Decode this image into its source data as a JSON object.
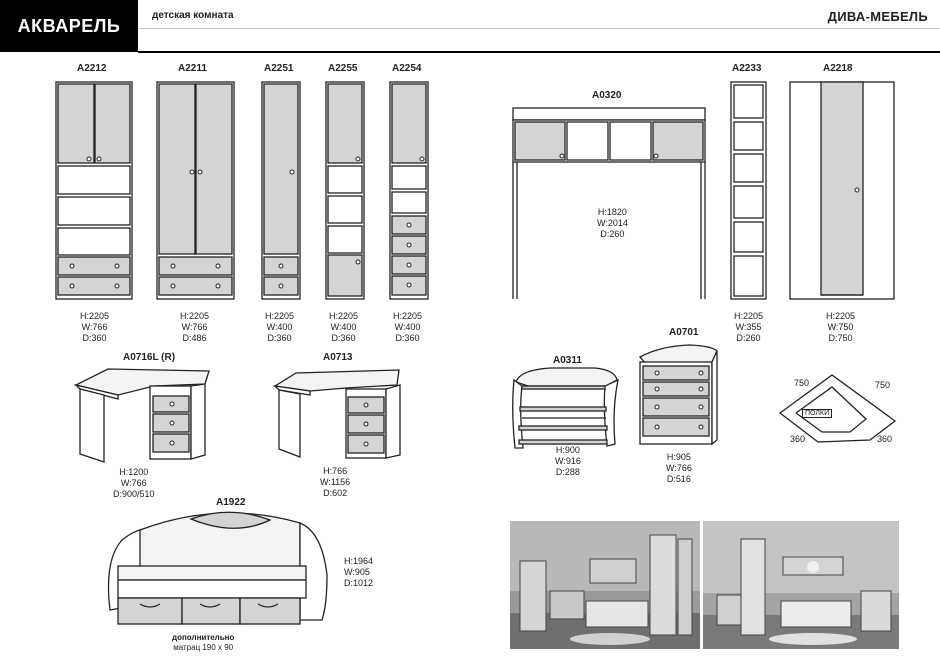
{
  "header": {
    "brand": "АКВАРЕЛЬ",
    "subtitle": "детская комната",
    "company": "ДИВА-МЕБЕЛЬ"
  },
  "items": {
    "a2212": {
      "code": "A2212",
      "h": "H:2205",
      "w": "W:766",
      "d": "D:360"
    },
    "a2211": {
      "code": "A2211",
      "h": "H:2205",
      "w": "W:766",
      "d": "D:486"
    },
    "a2251": {
      "code": "A2251",
      "h": "H:2205",
      "w": "W:400",
      "d": "D:360"
    },
    "a2255": {
      "code": "A2255",
      "h": "H:2205",
      "w": "W:400",
      "d": "D:360"
    },
    "a2254": {
      "code": "A2254",
      "h": "H:2205",
      "w": "W:400",
      "d": "D:360"
    },
    "a0320": {
      "code": "A0320",
      "h": "H:1820",
      "w": "W:2014",
      "d": "D:260"
    },
    "a2233": {
      "code": "A2233",
      "h": "H:2205",
      "w": "W:355",
      "d": "D:260"
    },
    "a2218": {
      "code": "A2218",
      "h": "H:2205",
      "w": "W:750",
      "d": "D:750"
    },
    "a0716l": {
      "code": "A0716L (R)",
      "h": "H:1200",
      "w": "W:766",
      "d": "D:900/510"
    },
    "a0713": {
      "code": "A0713",
      "h": "H:766",
      "w": "W:1156",
      "d": "D:602"
    },
    "a0311": {
      "code": "A0311",
      "h": "H:900",
      "w": "W:916",
      "d": "D:288"
    },
    "a0701": {
      "code": "A0701",
      "h": "H:905",
      "w": "W:766",
      "d": "D:516"
    },
    "a1922": {
      "code": "A1922",
      "h": "H:1964",
      "w": "W:905",
      "d": "D:1012"
    }
  },
  "corner": {
    "top_left": "750",
    "top_right": "750",
    "bottom_left": "360",
    "bottom_right": "360",
    "shelves": "полки"
  },
  "bed_note": {
    "line1": "дополнительно",
    "line2": "матрац 190 х 90"
  },
  "colors": {
    "panel": "#d4d4d4",
    "header_bg": "#000000"
  }
}
